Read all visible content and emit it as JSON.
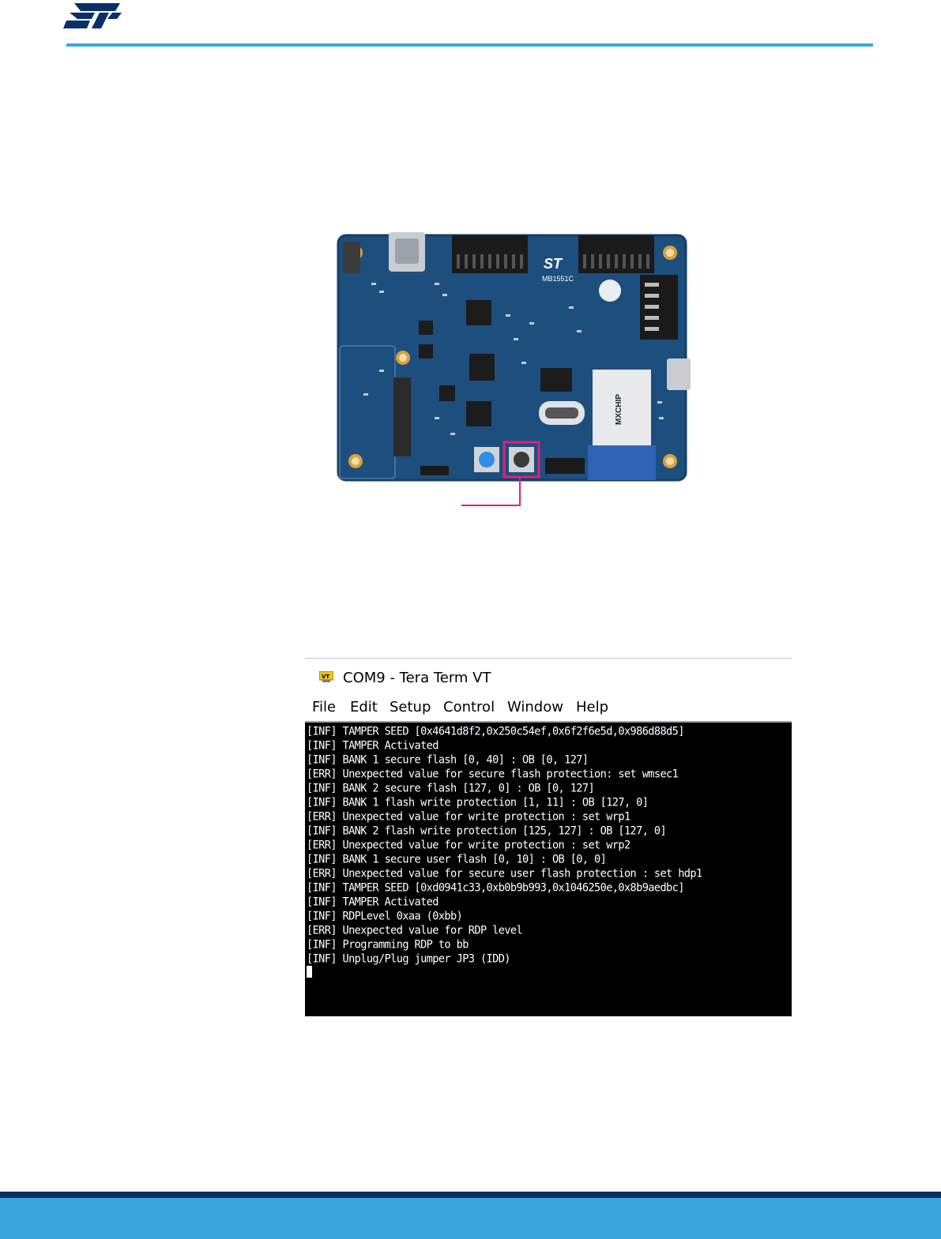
{
  "header": {
    "logo_icon": "st-logo-icon",
    "rule_color": "#3ca7dd"
  },
  "figure_board": {
    "icon": "discovery-kit-board-image",
    "board_label": "MB1551C",
    "module_label": "MXCHIP",
    "highlight_color": "#e0207b"
  },
  "terminal": {
    "icon": "tera-term-vt-icon",
    "title": "COM9 - Tera Term VT",
    "menu": [
      "File",
      "Edit",
      "Setup",
      "Control",
      "Window",
      "Help"
    ],
    "lines": [
      "[INF] TAMPER SEED [0x4641d8f2,0x250c54ef,0x6f2f6e5d,0x986d88d5]",
      "[INF] TAMPER Activated",
      "[INF] BANK 1 secure flash [0, 40] : OB [0, 127]",
      "[ERR] Unexpected value for secure flash protection: set wmsec1",
      "[INF] BANK 2 secure flash [127, 0] : OB [0, 127]",
      "[INF] BANK 1 flash write protection [1, 11] : OB [127, 0]",
      "[ERR] Unexpected value for write protection : set wrp1",
      "[INF] BANK 2 flash write protection [125, 127] : OB [127, 0]",
      "[ERR] Unexpected value for write protection : set wrp2",
      "[INF] BANK 1 secure user flash [0, 10] : OB [0, 0]",
      "[ERR] Unexpected value for secure user flash protection : set hdp1",
      "[INF] TAMPER SEED [0xd0941c33,0xb0b9b993,0x1046250e,0x8b9aedbc]",
      "[INF] TAMPER Activated",
      "[INF] RDPLevel 0xaa (0xbb)",
      "[ERR] Unexpected value for RDP level",
      "[INF] Programming RDP to bb",
      "[INF] Unplug/Plug jumper JP3 (IDD)"
    ]
  },
  "footer": {
    "bar_color": "#3ca7dd",
    "line_color": "#0b2f68"
  }
}
